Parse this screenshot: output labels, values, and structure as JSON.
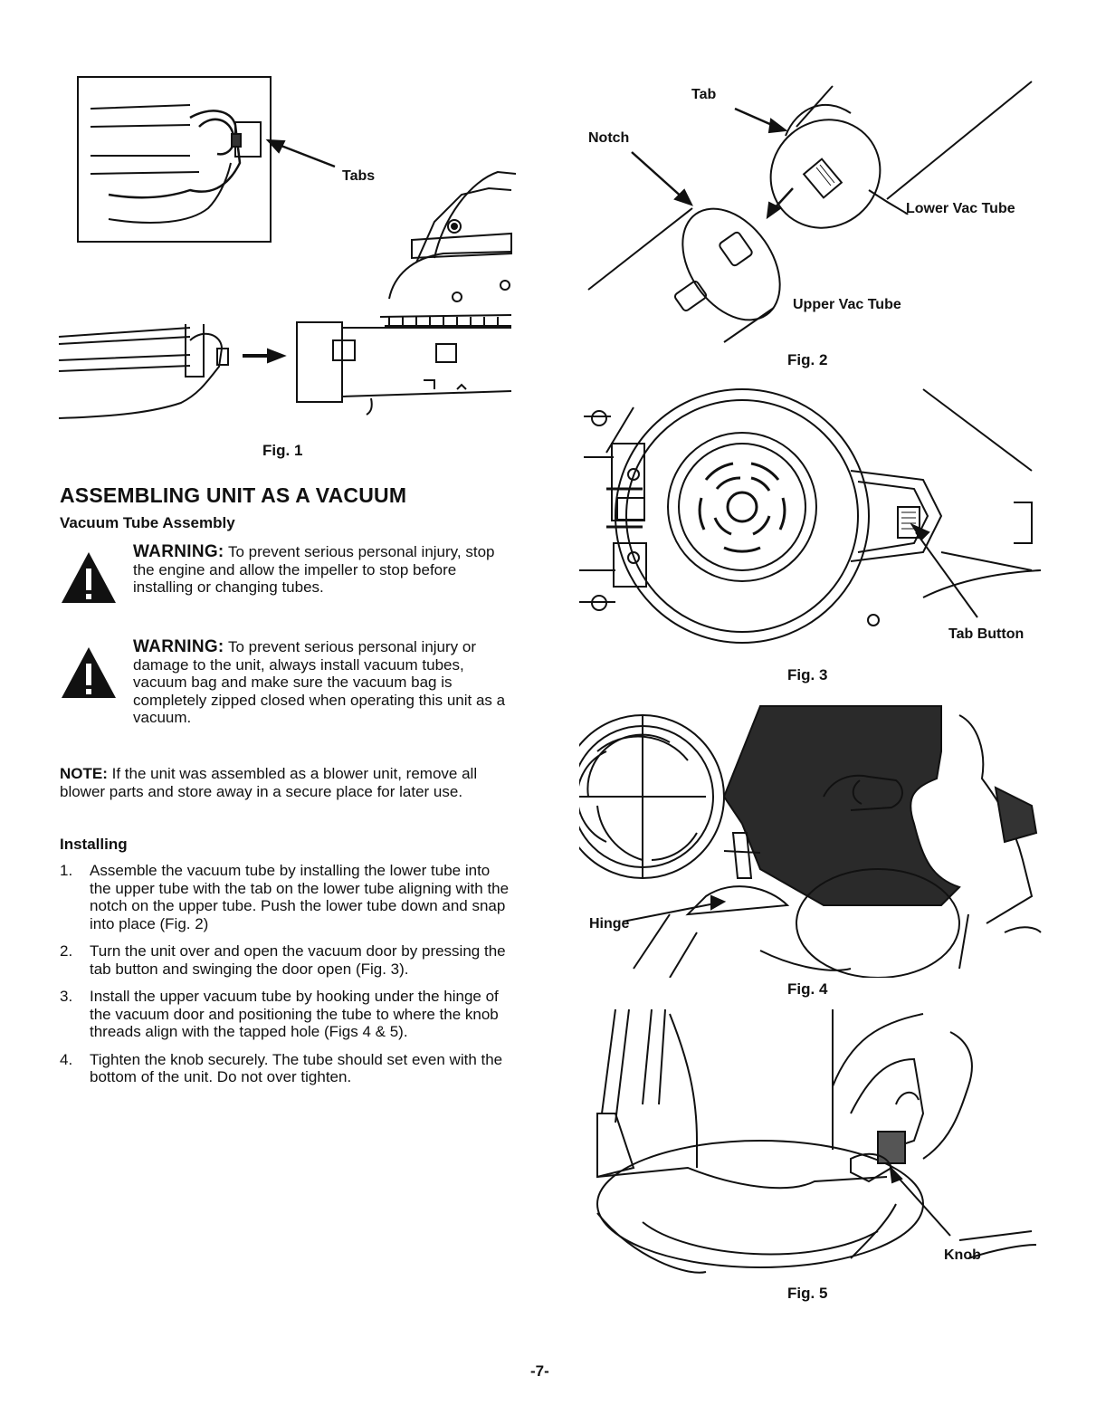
{
  "figures": {
    "fig1": {
      "caption": "Fig. 1",
      "tabs_label": "Tabs"
    },
    "fig2": {
      "caption": "Fig. 2",
      "tab_label": "Tab",
      "notch_label": "Notch",
      "lower_label": "Lower Vac Tube",
      "upper_label": "Upper Vac Tube"
    },
    "fig3": {
      "caption": "Fig. 3",
      "tab_button_label": "Tab Button"
    },
    "fig4": {
      "caption": "Fig. 4",
      "hinge_label": "Hinge"
    },
    "fig5": {
      "caption": "Fig. 5",
      "knob_label": "Knob"
    }
  },
  "section": {
    "title": "ASSEMBLING UNIT AS A VACUUM",
    "subtitle": "Vacuum Tube Assembly"
  },
  "warnings": [
    {
      "label": "WARNING:",
      "text": " To prevent serious personal injury, stop the engine and allow the impeller to stop before installing or changing tubes."
    },
    {
      "label": "WARNING:",
      "text": " To prevent serious personal injury or damage to the unit, always install vacuum tubes, vacuum bag and make sure the vacuum bag is completely zipped closed when operating this unit as a vacuum."
    }
  ],
  "note": {
    "label": "NOTE:",
    "text": " If the unit was assembled as a blower unit, remove all blower parts and store away in a secure place for later use."
  },
  "installing": {
    "heading": "Installing",
    "steps": [
      {
        "num": "1.",
        "text": "Assemble the vacuum tube by installing the lower tube into the upper tube with the tab on the lower tube aligning with the notch on the upper tube. Push the lower tube down and snap into place (Fig. 2)"
      },
      {
        "num": "2.",
        "text": "Turn the unit over and open the vacuum door by pressing the tab button and swinging the door open (Fig. 3)."
      },
      {
        "num": "3.",
        "text": "Install the upper vacuum tube by hooking under the hinge of the vacuum door and positioning the tube to where the knob threads align with the tapped hole (Figs 4 & 5)."
      },
      {
        "num": "4.",
        "text": "Tighten the knob securely. The tube should set even with the bottom of the unit. Do not over tighten."
      }
    ]
  },
  "page_number": "-7-"
}
